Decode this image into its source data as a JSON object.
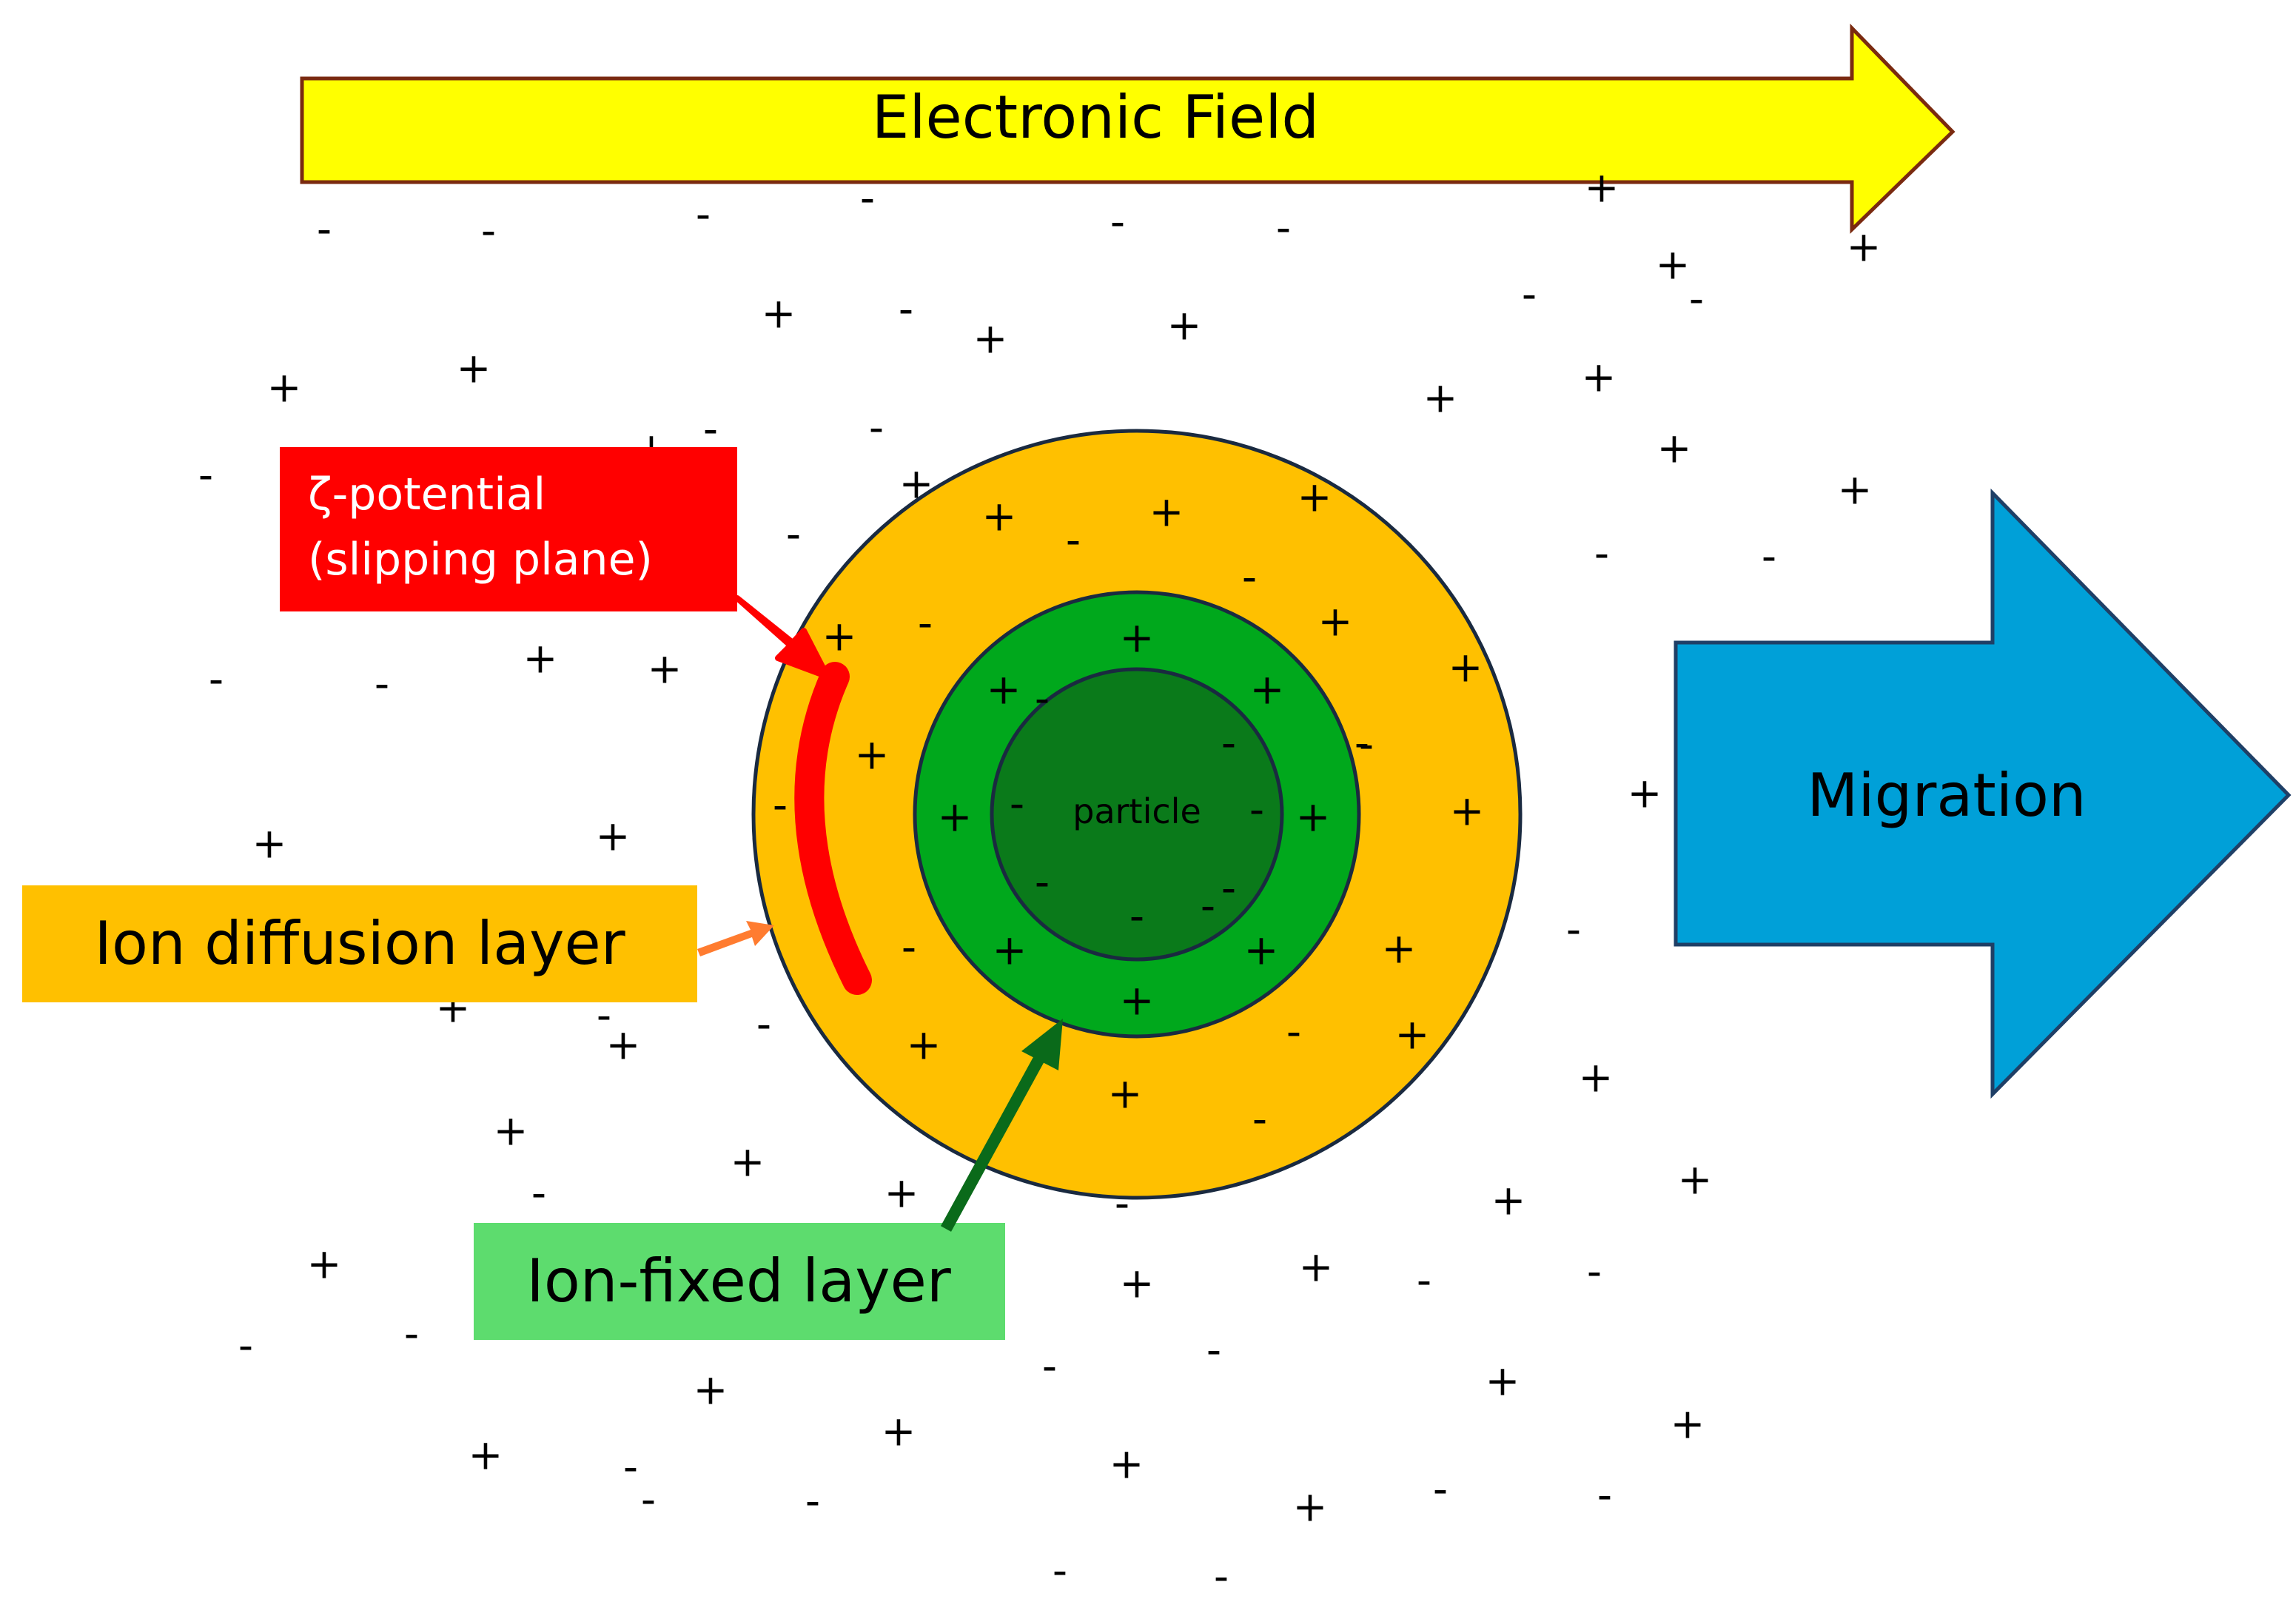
{
  "labels": {
    "field_arrow": "Electronic Field",
    "migration_arrow": "Migration",
    "zeta_line1": "ζ-potential",
    "zeta_line2": "(slipping plane)",
    "diffusion_layer": "Ion diffusion layer",
    "fixed_layer": "Ion-fixed layer",
    "particle": "particle"
  },
  "colors": {
    "field_arrow": "#ffff00",
    "field_arrow_stroke": "#7a2a10",
    "migration_arrow": "#00a0d8",
    "migration_arrow_stroke": "#1f3f66",
    "diffusion_layer": "#ffc000",
    "fixed_layer": "#00a81c",
    "particle": "#0a7a1a",
    "zeta_box": "#ff0000",
    "diffusion_box": "#ffc000",
    "fixed_box": "#5ddc6e",
    "fixed_arrow": "#0a6a1a",
    "diffusion_pointer": "#ff7c30"
  },
  "charges": {
    "plus": "+",
    "minus": "-"
  }
}
